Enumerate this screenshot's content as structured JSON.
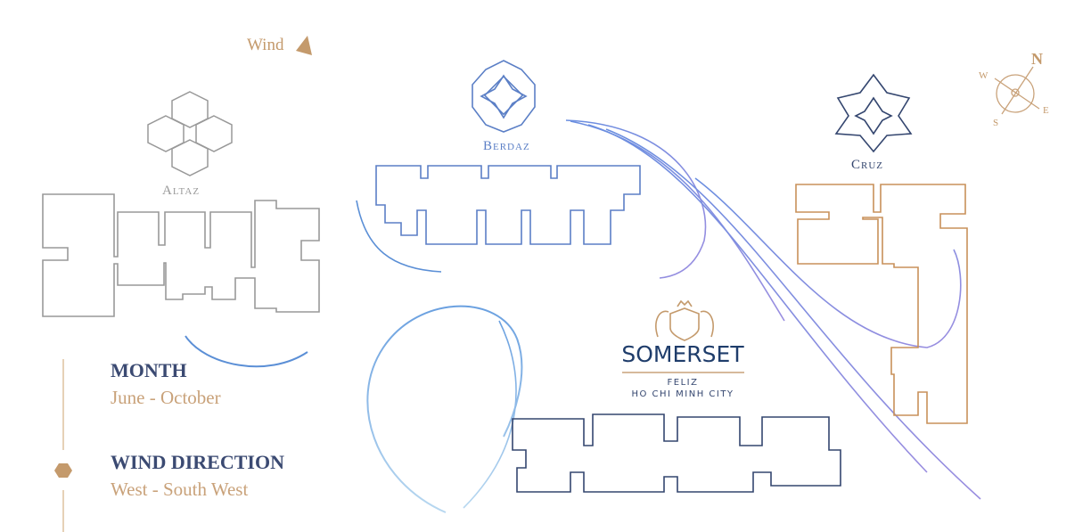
{
  "wind_label": "Wind",
  "compass": {
    "n": "N",
    "s": "S",
    "e": "E",
    "w": "W"
  },
  "buildings": {
    "altaz": "Altaz",
    "berdaz": "Berdaz",
    "cruz": "Cruz"
  },
  "brand": {
    "name": "SOMERSET",
    "sub1": "FELIZ",
    "sub2": "HO CHI MINH CITY"
  },
  "legend": {
    "month_title": "MONTH",
    "month_value": "June - October",
    "wind_title": "WIND DIRECTION",
    "wind_value": "West - South West"
  },
  "colors": {
    "gold": "#c49a6c",
    "navy": "#34466f",
    "blue": "#5b7fc6",
    "gray": "#9a9a9a",
    "orange": "#c8915a"
  }
}
